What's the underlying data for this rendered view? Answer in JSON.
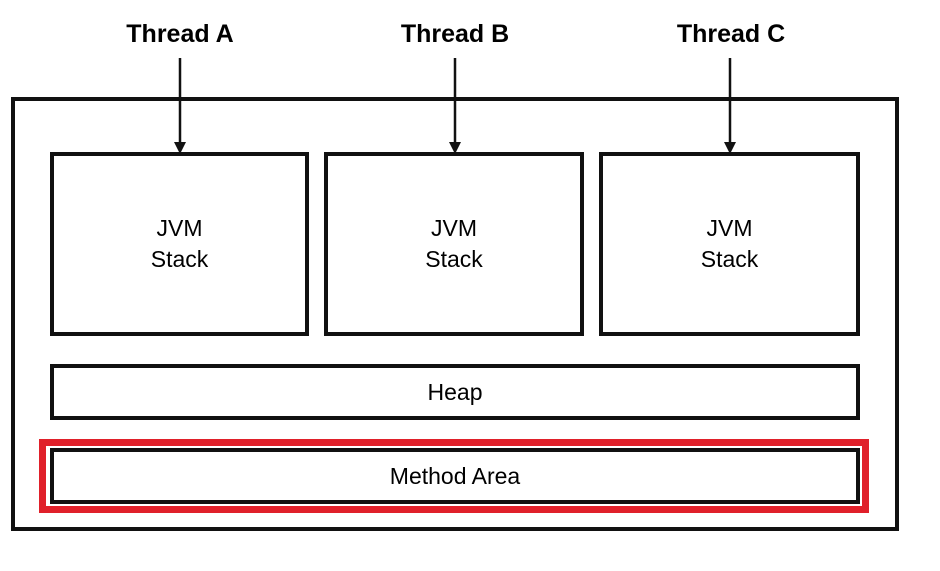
{
  "threads": [
    {
      "label": "Thread A"
    },
    {
      "label": "Thread B"
    },
    {
      "label": "Thread C"
    }
  ],
  "stacks": [
    {
      "line1": "JVM",
      "line2": "Stack"
    },
    {
      "line1": "JVM",
      "line2": "Stack"
    },
    {
      "line1": "JVM",
      "line2": "Stack"
    }
  ],
  "heap": {
    "label": "Heap"
  },
  "method_area": {
    "label": "Method Area",
    "highlighted": true
  },
  "colors": {
    "stroke": "#111111",
    "highlight": "#e0202a",
    "background": "#ffffff"
  }
}
